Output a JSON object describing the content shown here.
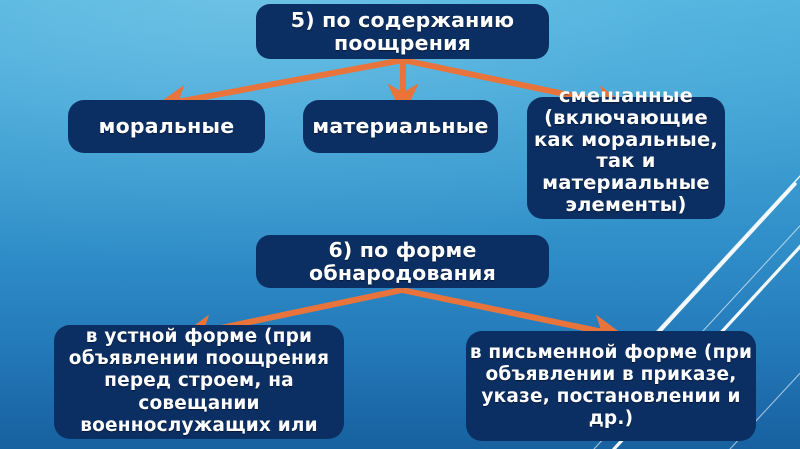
{
  "slide": {
    "background_top_color": "#4FB3DE",
    "background_bottom_color": "#17619F",
    "node_color": "#0C2F63",
    "arrow_color": "#E8743C",
    "text_color": "#FFFFFF"
  },
  "nodes": {
    "top": {
      "label": "5) по содержанию поощрения"
    },
    "moral": {
      "label": "моральные"
    },
    "material": {
      "label": "материальные"
    },
    "mixed": {
      "label": "смешанные (включающие как моральные, так и материальные элементы)"
    },
    "form": {
      "label": "6) по форме обнародования"
    },
    "oral": {
      "label": "в устной форме (при объявлении поощрения перед строем, на совещании военнослужащих или"
    },
    "written": {
      "label": "в письменной форме (при объявлении в приказе, указе, постановлении и др.)"
    }
  },
  "connectors": [
    {
      "name": "arrow-top-to-moral",
      "from": "top",
      "to": "moral"
    },
    {
      "name": "arrow-top-to-material",
      "from": "top",
      "to": "material"
    },
    {
      "name": "arrow-top-to-mixed",
      "from": "top",
      "to": "mixed"
    },
    {
      "name": "arrow-form-to-oral",
      "from": "form",
      "to": "oral"
    },
    {
      "name": "arrow-form-to-written",
      "from": "form",
      "to": "written"
    }
  ],
  "decoration": {
    "diagonal_lines_label": "decorative-diagonal-streaks"
  }
}
